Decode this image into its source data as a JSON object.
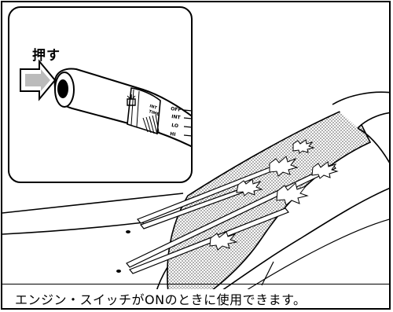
{
  "illustration": {
    "inset_label": "押す",
    "caption": "エンジン・スイッチがONのときに使用できます。"
  },
  "switch_markings": {
    "positions": [
      "OFF",
      "INT",
      "LO",
      "HI"
    ],
    "int_time": [
      "INT",
      "TIME"
    ]
  },
  "icons": {
    "push_arrow": "push-arrow-icon",
    "washer": "washer-icon"
  }
}
